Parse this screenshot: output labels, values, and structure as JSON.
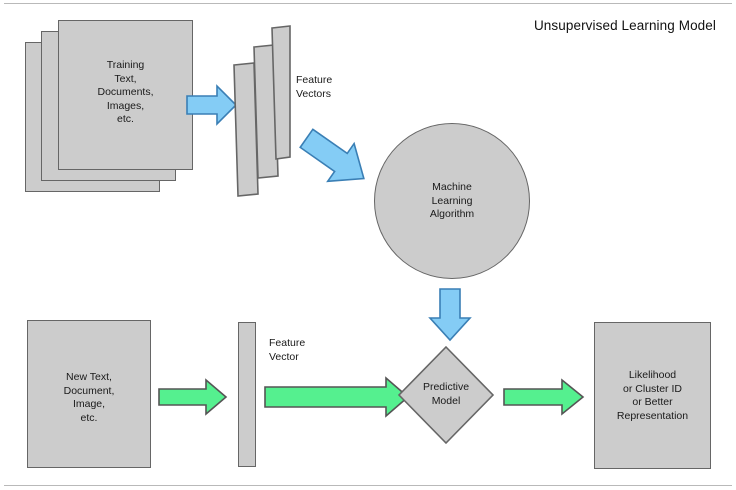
{
  "title": "Unsupervised Learning Model",
  "colors": {
    "shape_fill": "#cccccc",
    "shape_stroke": "#666666",
    "blue_arrow_fill": "#84ccf5",
    "blue_arrow_stroke": "#3a7fb5",
    "green_arrow_fill": "#55f08f",
    "green_arrow_stroke": "#555555",
    "rule": "#b9b9b9",
    "text": "#1a1a1a"
  },
  "top_flow": {
    "training_documents": {
      "label": "Training\nText,\nDocuments,\nImages,\netc.",
      "stack_count": 3
    },
    "arrow_to_vectors": "right-arrow-blue",
    "feature_vectors": {
      "caption": "Feature\nVectors",
      "bar_count": 3
    },
    "arrow_to_algorithm": "diagonal-arrow-blue",
    "algorithm": {
      "label": "Machine\nLearning\nAlgorithm"
    }
  },
  "connector": {
    "arrow_down": "down-arrow-blue"
  },
  "bottom_flow": {
    "new_input": {
      "label": "New Text,\nDocument,\nImage,\netc."
    },
    "arrow_to_vector": "right-arrow-green-short",
    "feature_vector": {
      "caption": "Feature\nVector",
      "bar_count": 1
    },
    "arrow_to_model": "right-arrow-green-long",
    "predictive_model": {
      "label": "Predictive\nModel"
    },
    "arrow_to_output": "right-arrow-green-short",
    "output": {
      "label": "Likelihood\nor Cluster ID\nor Better\nRepresentation"
    }
  }
}
